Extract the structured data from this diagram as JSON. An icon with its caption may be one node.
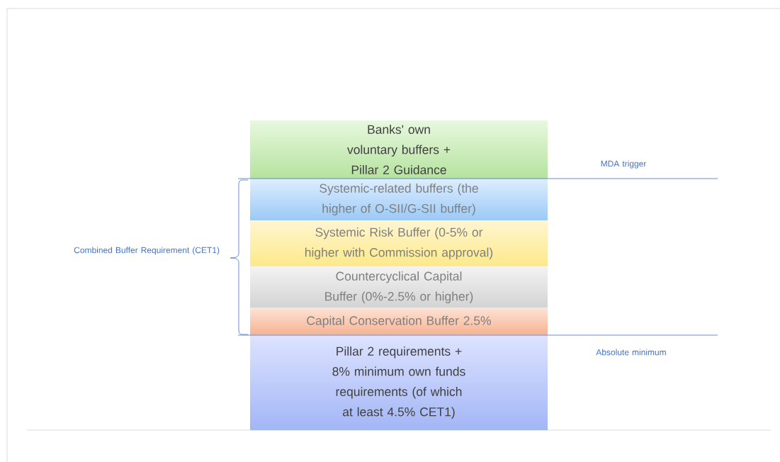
{
  "diagram": {
    "nodes": [
      {
        "text": [
          "Banks' own voluntary buffers + Pillar 2 Guidance"
        ]
      },
      {
        "text": [
          "Systemic-related buffers (the higher of O-SII/G-SII buffer)"
        ]
      },
      {
        "text": [
          "Systemic Risk Buffer (0-5% or higher with Commission approval)"
        ]
      },
      {
        "text": [
          "Countercyclical Capital Buffer (0%-2.5% or higher)"
        ]
      },
      {
        "text": [
          "Capital Conservation Buffer 2.5%"
        ]
      },
      {
        "text": [
          "Pillar 2 requirements + 8% minimum own funds requirements (of which at least 4.5% CET1)"
        ]
      }
    ],
    "labels": [
      "Combined Buffer Requirement (CET1)",
      "MDA trigger",
      "Absolute minimum"
    ]
  }
}
